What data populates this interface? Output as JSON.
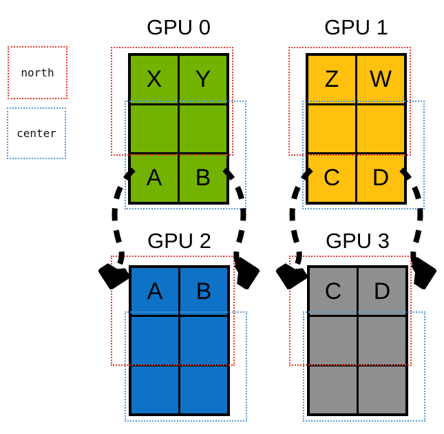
{
  "legend": {
    "items": [
      {
        "label": "north",
        "color": "#F03228"
      },
      {
        "label": "center",
        "color": "#4F97DC"
      }
    ]
  },
  "gpus": [
    {
      "title": "GPU 0",
      "fill": "#72B300",
      "cells": [
        [
          "X",
          "Y"
        ],
        [
          "",
          ""
        ],
        [
          "A",
          "B"
        ]
      ]
    },
    {
      "title": "GPU 1",
      "fill": "#FFC10E",
      "cells": [
        [
          "Z",
          "W"
        ],
        [
          "",
          ""
        ],
        [
          "C",
          "D"
        ]
      ]
    },
    {
      "title": "GPU 2",
      "fill": "#0E72C6",
      "cells": [
        [
          "A",
          "B"
        ],
        [
          "",
          ""
        ],
        [
          "",
          ""
        ]
      ]
    },
    {
      "title": "GPU 3",
      "fill": "#8F8F8F",
      "cells": [
        [
          "C",
          "D"
        ],
        [
          "",
          ""
        ],
        [
          "",
          ""
        ]
      ]
    }
  ],
  "colors": {
    "north": "#F03228",
    "center": "#4F97DC",
    "gpu0": "#72B300",
    "gpu1": "#FFC10E",
    "gpu2": "#0E72C6",
    "gpu3": "#8F8F8F",
    "arrow": "#000000"
  }
}
